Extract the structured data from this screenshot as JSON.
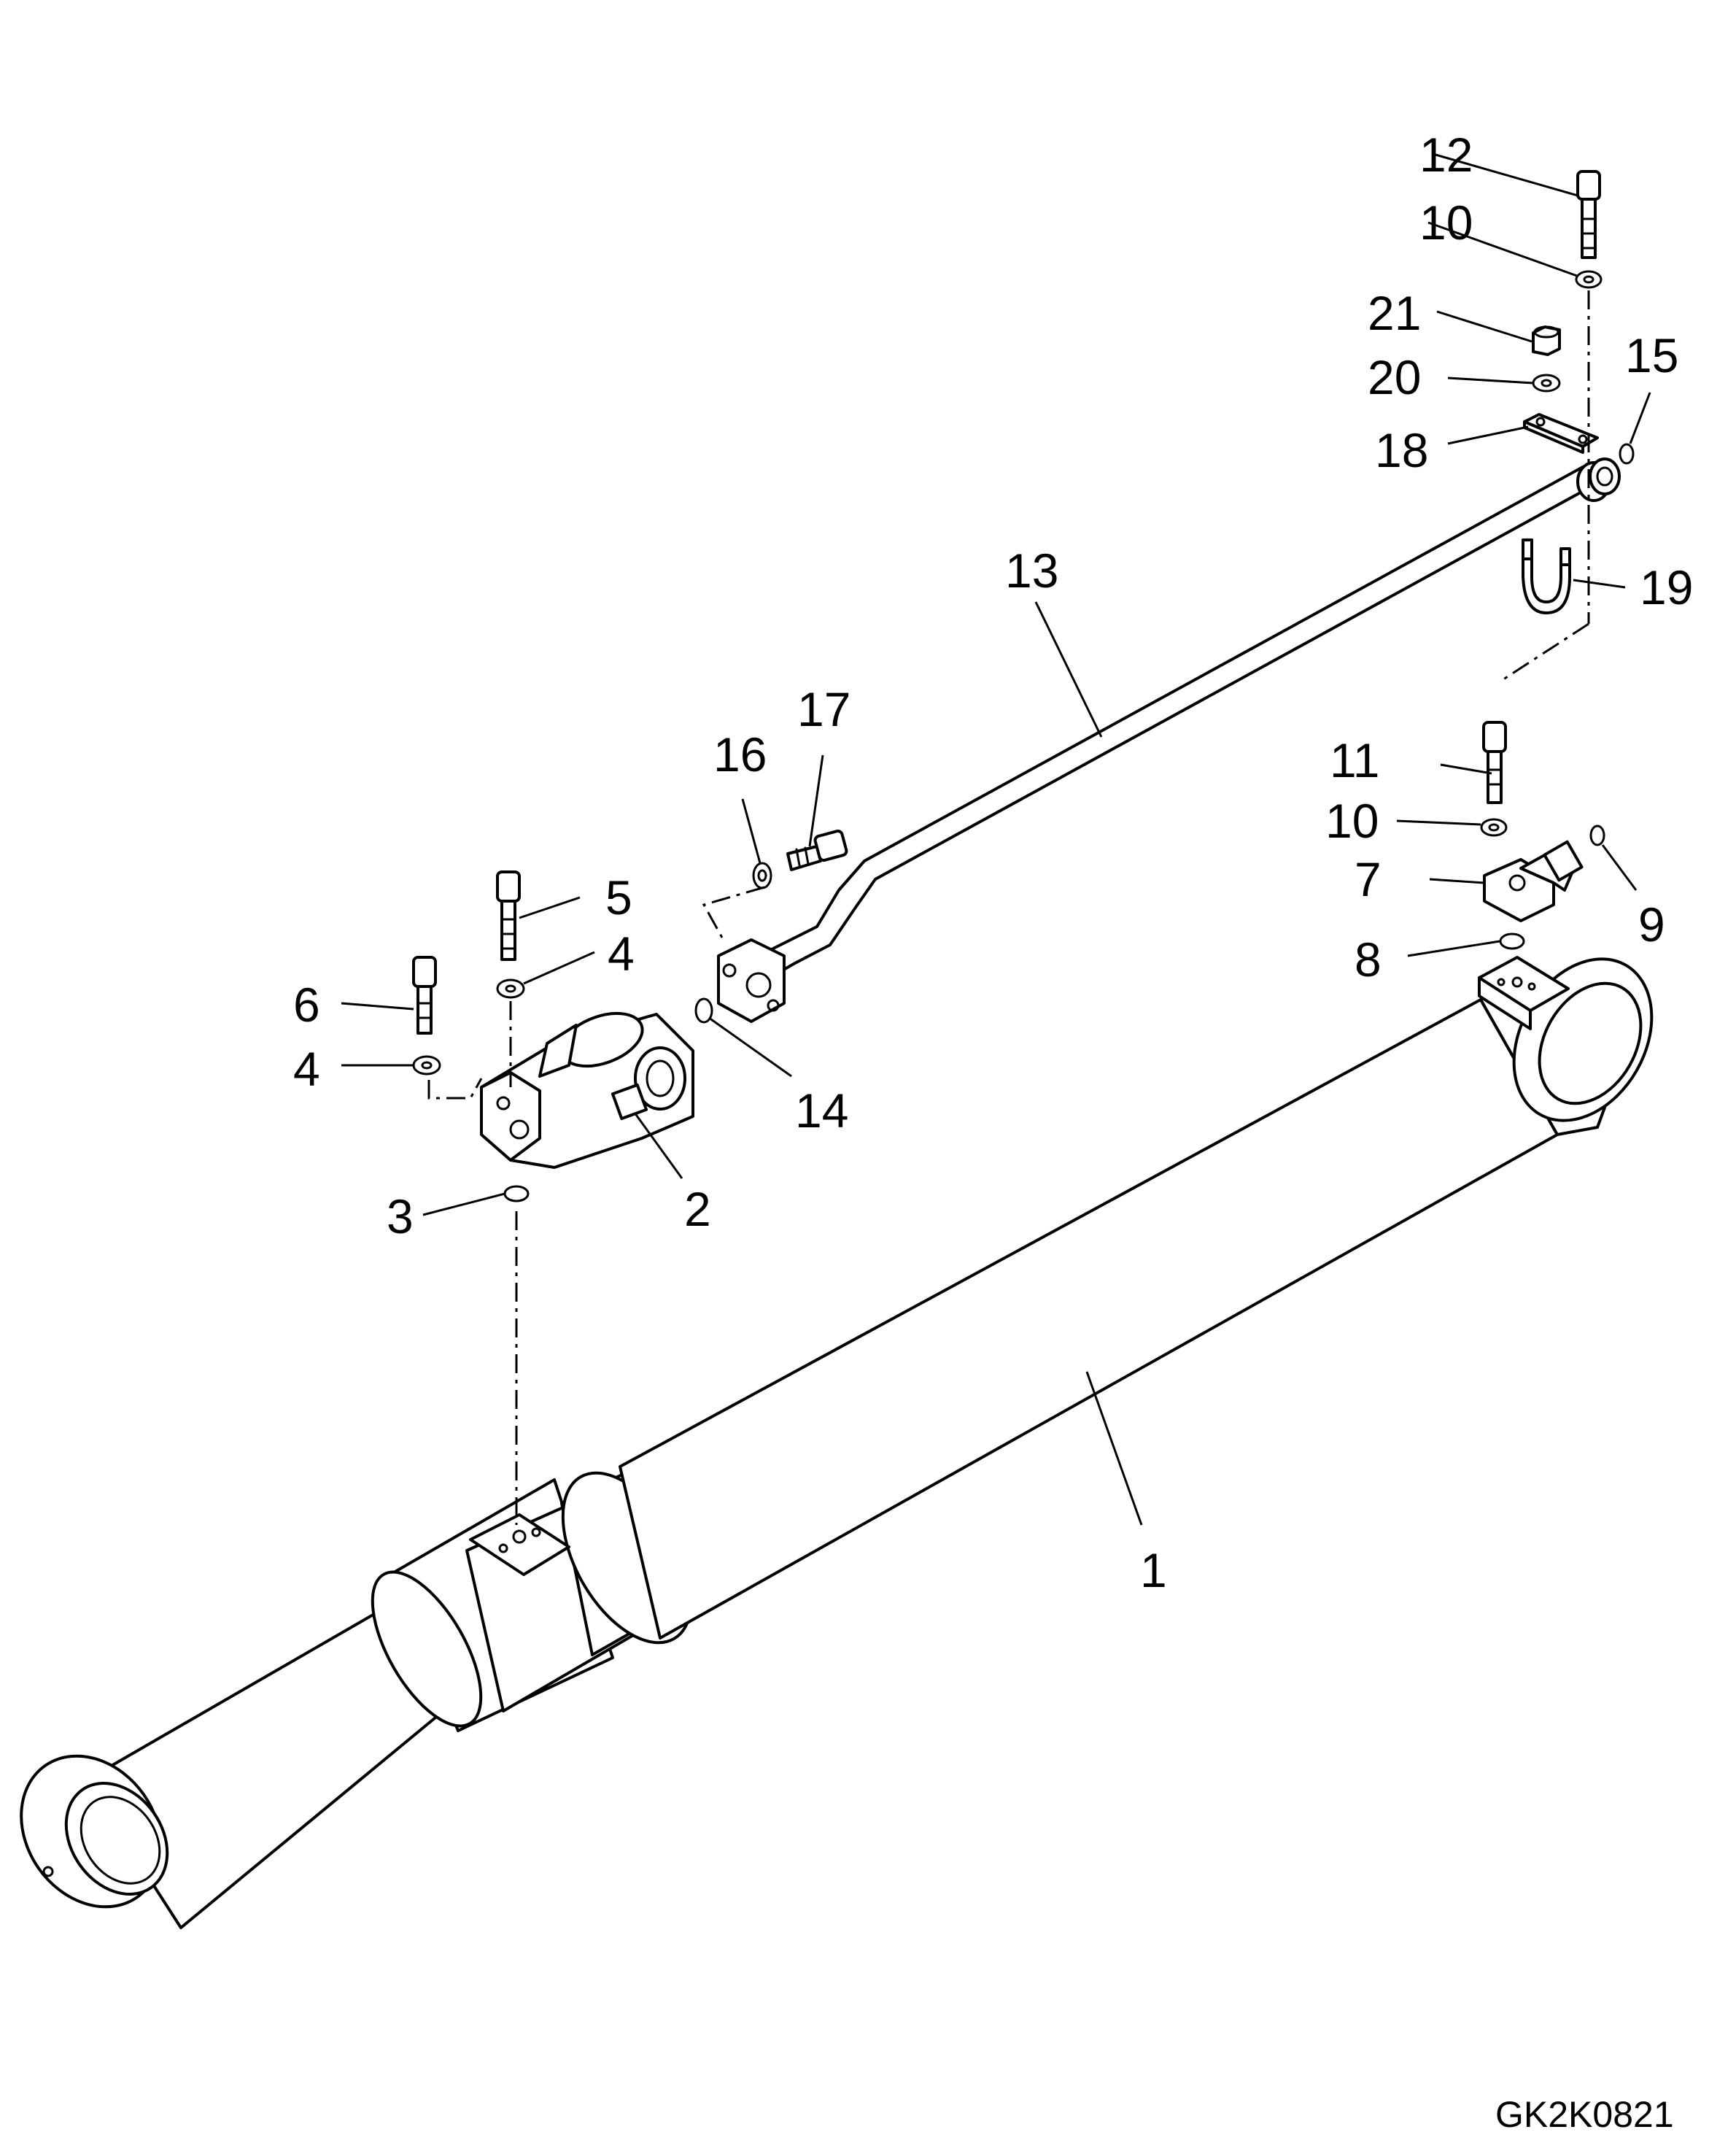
{
  "drawing_code": "GK2K0821",
  "callouts": {
    "c1": "1",
    "c2": "2",
    "c3": "3",
    "c4a": "4",
    "c4b": "4",
    "c5": "5",
    "c6": "6",
    "c7": "7",
    "c8": "8",
    "c9": "9",
    "c10a": "10",
    "c10b": "10",
    "c11": "11",
    "c12": "12",
    "c13": "13",
    "c14": "14",
    "c15": "15",
    "c16": "16",
    "c17": "17",
    "c18": "18",
    "c19": "19",
    "c20": "20",
    "c21": "21"
  }
}
